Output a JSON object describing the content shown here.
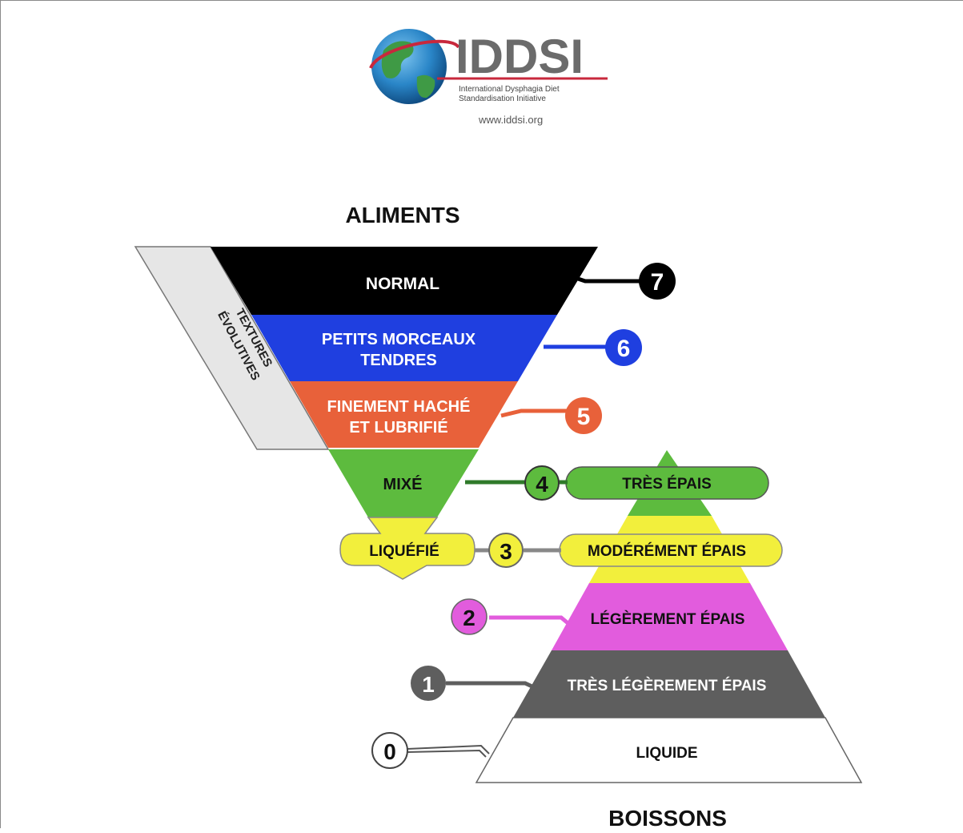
{
  "header": {
    "logo_text": "IDDSI",
    "logo_subtitle_line1": "International Dysphagia Diet",
    "logo_subtitle_line2": "Standardisation Initiative",
    "website": "www.iddsi.org"
  },
  "foods": {
    "heading": "ALIMENTS",
    "side_label_line1": "TEXTURES",
    "side_label_line2": "ÉVOLUTIVES",
    "levels": [
      {
        "number": "7",
        "line1": "NORMAL",
        "line2": "",
        "color": "#000000"
      },
      {
        "number": "6",
        "line1": "PETITS MORCEAUX",
        "line2": "TENDRES",
        "color": "#1f3fe0"
      },
      {
        "number": "5",
        "line1": "FINEMENT HACHÉ",
        "line2": "ET LUBRIFIÉ",
        "color": "#e8613a"
      },
      {
        "number": "4",
        "line1": "MIXÉ",
        "line2": "",
        "color": "#5dbb3e"
      },
      {
        "number": "3",
        "line1": "LIQUÉFIÉ",
        "line2": "",
        "color": "#f2ef3c"
      }
    ]
  },
  "drinks": {
    "heading": "BOISSONS",
    "levels": [
      {
        "number": "4",
        "label": "TRÈS ÉPAIS",
        "color": "#5dbb3e"
      },
      {
        "number": "3",
        "label": "MODÉRÉMENT ÉPAIS",
        "color": "#f2ef3c"
      },
      {
        "number": "2",
        "label": "LÉGÈREMENT ÉPAIS",
        "color": "#e25cdd"
      },
      {
        "number": "1",
        "label": "TRÈS LÉGÈREMENT ÉPAIS",
        "color": "#5e5e5e"
      },
      {
        "number": "0",
        "label": "LIQUIDE",
        "color": "#ffffff"
      }
    ]
  }
}
